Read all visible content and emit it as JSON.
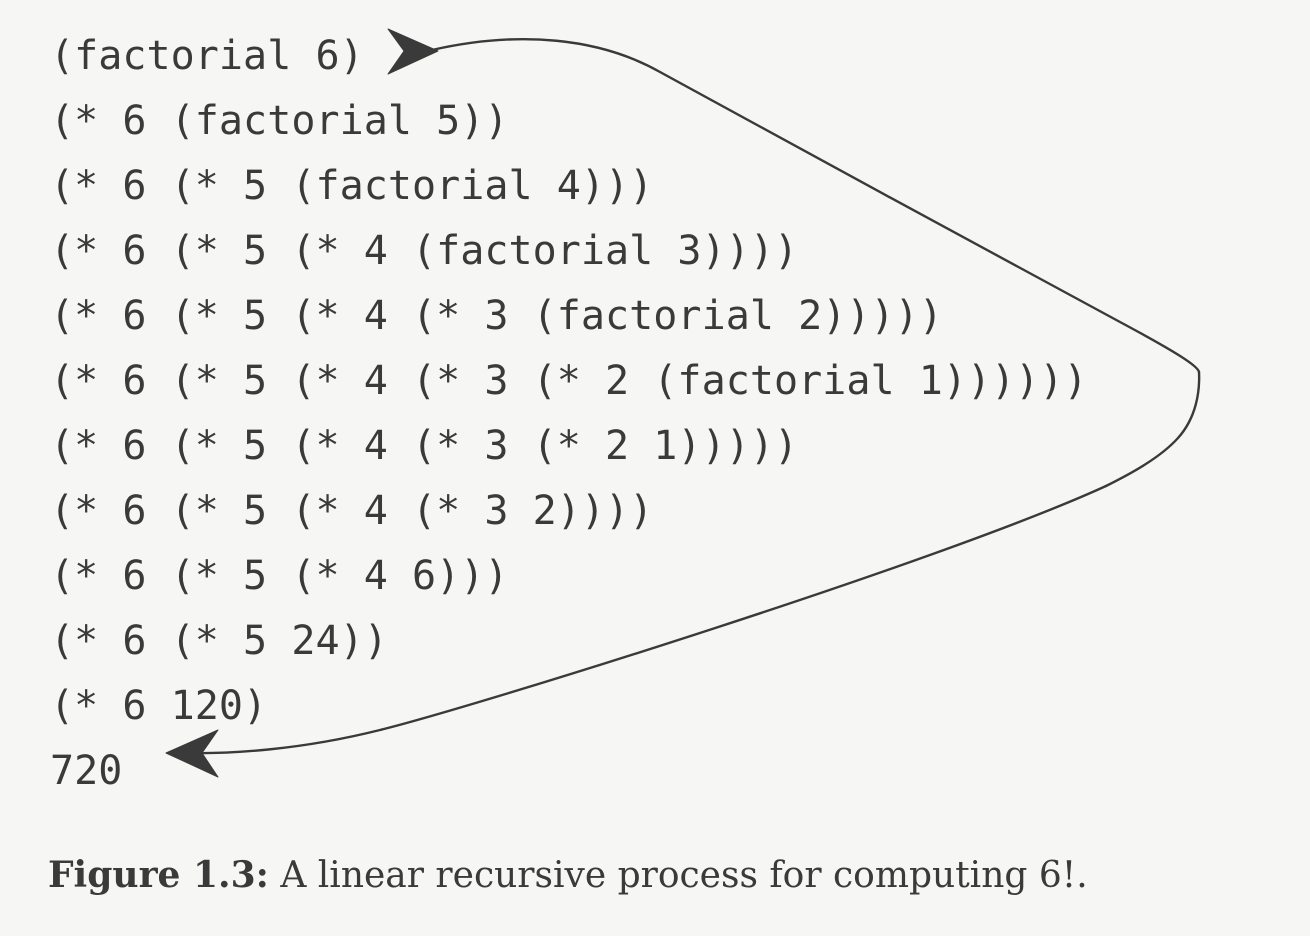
{
  "figure": {
    "background_color": "#f6f6f4",
    "ink_color": "#3a3a3a",
    "caption_label": "Figure 1.3:",
    "caption_text": " A linear recursive process for computing 6!.",
    "caption_full": "Figure 1.3: A linear recursive process for computing 6!."
  },
  "trace": {
    "language": "scheme",
    "lines": [
      "(factorial 6)",
      "(* 6 (factorial 5))",
      "(* 6 (* 5 (factorial 4)))",
      "(* 6 (* 5 (* 4 (factorial 3))))",
      "(* 6 (* 5 (* 4 (* 3 (factorial 2)))))",
      "(* 6 (* 5 (* 4 (* 3 (* 2 (factorial 1))))))",
      "(* 6 (* 5 (* 4 (* 3 (* 2 1)))))",
      "(* 6 (* 5 (* 4 (* 3 2))))",
      "(* 6 (* 5 (* 4 6)))",
      "(* 6 (* 5 24))",
      "(* 6 120)",
      "720"
    ]
  },
  "annotation": {
    "arrow_name": "expansion-and-contraction-arrow",
    "start_label": "(factorial 6)",
    "end_label": "720",
    "head_top_direction": "right",
    "head_bottom_direction": "left",
    "stroke_color": "#3a3a3a",
    "stroke_width": 2.4
  }
}
